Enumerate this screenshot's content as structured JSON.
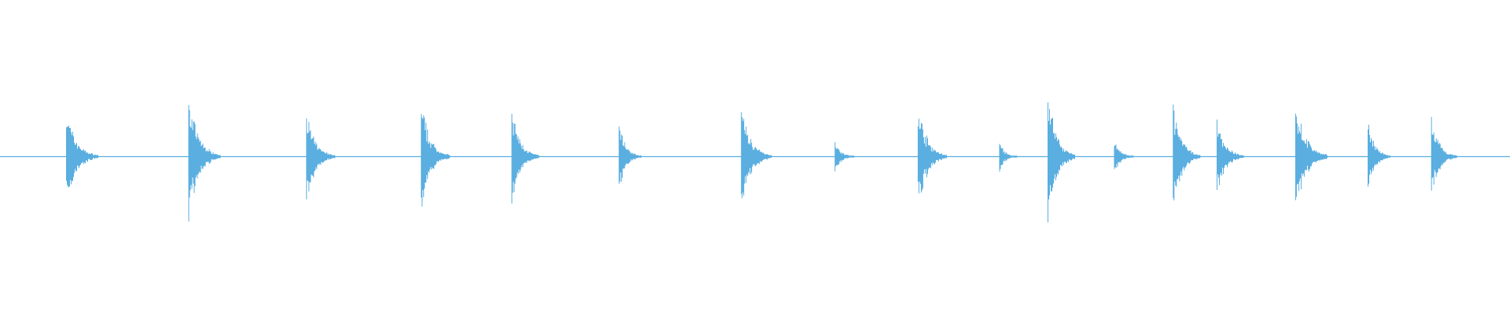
{
  "waveform": {
    "color": "#5aaee0",
    "duration_fraction_axis": "0-1",
    "transients": [
      {
        "pos": 0.044,
        "amp": 0.15,
        "decay": 0.018
      },
      {
        "pos": 0.125,
        "amp": 0.19,
        "decay": 0.018
      },
      {
        "pos": 0.203,
        "amp": 0.14,
        "decay": 0.016
      },
      {
        "pos": 0.279,
        "amp": 0.17,
        "decay": 0.016
      },
      {
        "pos": 0.339,
        "amp": 0.15,
        "decay": 0.015
      },
      {
        "pos": 0.41,
        "amp": 0.11,
        "decay": 0.012
      },
      {
        "pos": 0.491,
        "amp": 0.16,
        "decay": 0.017
      },
      {
        "pos": 0.553,
        "amp": 0.06,
        "decay": 0.01
      },
      {
        "pos": 0.608,
        "amp": 0.17,
        "decay": 0.016
      },
      {
        "pos": 0.662,
        "amp": 0.05,
        "decay": 0.009
      },
      {
        "pos": 0.694,
        "amp": 0.22,
        "decay": 0.015
      },
      {
        "pos": 0.738,
        "amp": 0.06,
        "decay": 0.01
      },
      {
        "pos": 0.777,
        "amp": 0.17,
        "decay": 0.015
      },
      {
        "pos": 0.806,
        "amp": 0.12,
        "decay": 0.015
      },
      {
        "pos": 0.858,
        "amp": 0.18,
        "decay": 0.018
      },
      {
        "pos": 0.906,
        "amp": 0.12,
        "decay": 0.012
      },
      {
        "pos": 0.948,
        "amp": 0.12,
        "decay": 0.014
      }
    ]
  }
}
